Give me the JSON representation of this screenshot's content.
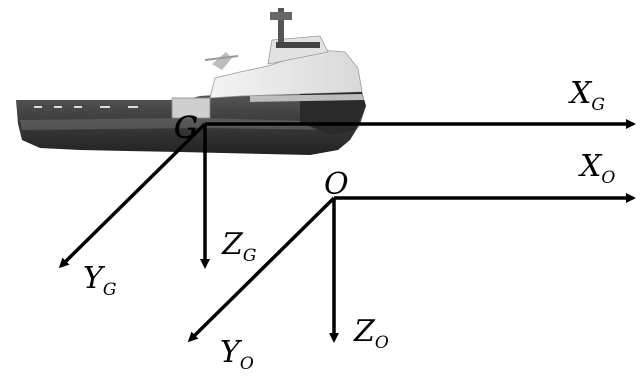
{
  "frames": {
    "body_fixed": {
      "origin": "G",
      "x_axis": {
        "base": "X",
        "sub": "G"
      },
      "y_axis": {
        "base": "Y",
        "sub": "G"
      },
      "z_axis": {
        "base": "Z",
        "sub": "G"
      }
    },
    "earth_fixed": {
      "origin": "O",
      "x_axis": {
        "base": "X",
        "sub": "O"
      },
      "y_axis": {
        "base": "Y",
        "sub": "O"
      },
      "z_axis": {
        "base": "Z",
        "sub": "O"
      }
    }
  },
  "ship": {
    "image_type": "offshore-supply-vessel-photo"
  },
  "colors": {
    "axis": "#000000",
    "hull_dark": "#3a3a3a",
    "hull_mid": "#6a6a6a",
    "superstructure": "#e6e6e6",
    "background": "#ffffff"
  }
}
